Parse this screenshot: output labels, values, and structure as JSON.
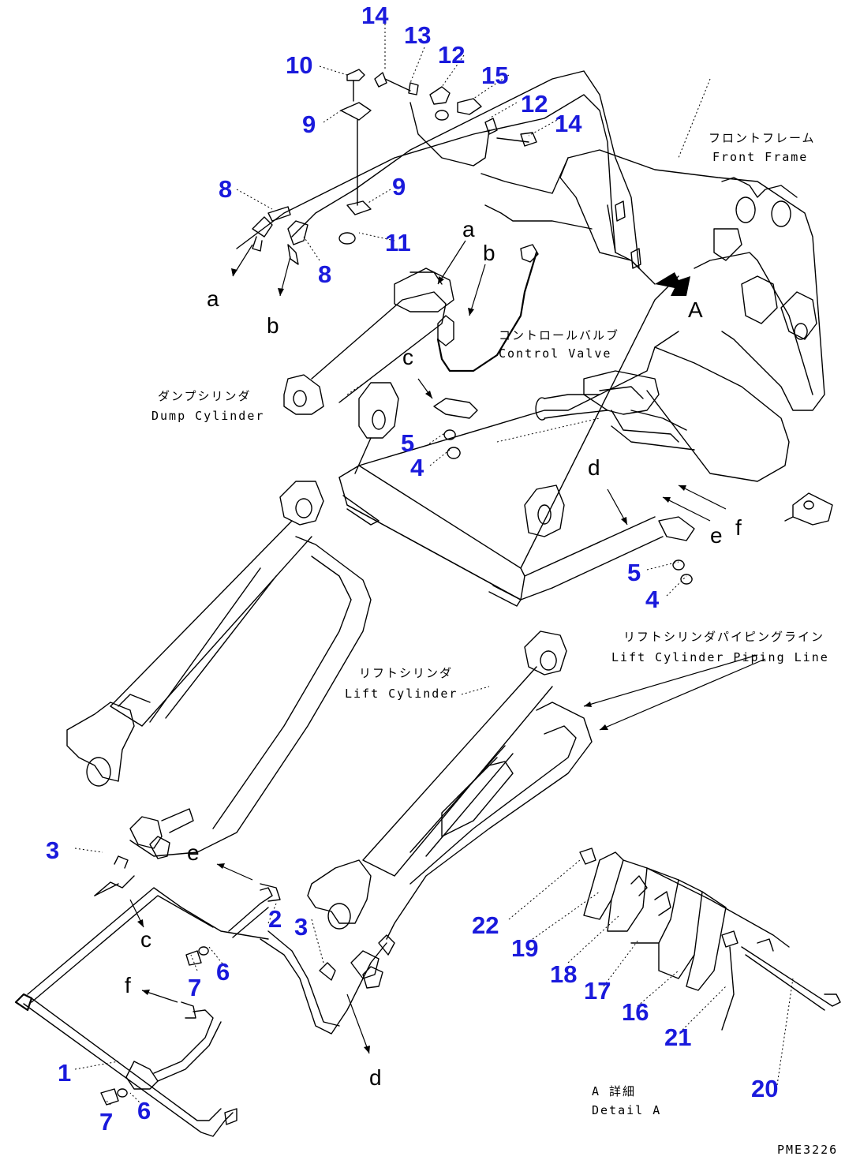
{
  "labels": {
    "front_frame_jp": "フロントフレーム",
    "front_frame_en": "Front Frame",
    "control_valve_jp": "コントロールバルブ",
    "control_valve_en": "Control Valve",
    "dump_cyl_jp": "ダンプシリンダ",
    "dump_cyl_en": "Dump Cylinder",
    "lift_cyl_jp": "リフトシリンダ",
    "lift_cyl_en": "Lift Cylinder",
    "lift_piping_jp": "リフトシリンダパイピングライン",
    "lift_piping_en": "Lift Cylinder Piping Line",
    "detail_jp": "A 詳細",
    "detail_en": "Detail A",
    "view_a": "A",
    "drawing_code": "PME3226"
  },
  "callouts": {
    "n1": "1",
    "n2": "2",
    "n3a": "3",
    "n3b": "3",
    "n4a": "4",
    "n4b": "4",
    "n5a": "5",
    "n5b": "5",
    "n6a": "6",
    "n6b": "6",
    "n7a": "7",
    "n7b": "7",
    "n8a": "8",
    "n8b": "8",
    "n9a": "9",
    "n9b": "9",
    "n10": "10",
    "n11": "11",
    "n12a": "12",
    "n12b": "12",
    "n13": "13",
    "n14a": "14",
    "n14b": "14",
    "n15": "15",
    "n16": "16",
    "n17": "17",
    "n18": "18",
    "n19": "19",
    "n20": "20",
    "n21": "21",
    "n22": "22"
  },
  "connection_letters": {
    "a1": "a",
    "a2": "a",
    "b1": "b",
    "b2": "b",
    "c1": "c",
    "c2": "c",
    "d1": "d",
    "d2": "d",
    "e1": "e",
    "e2": "e",
    "f1": "f",
    "f2": "f"
  },
  "colors": {
    "callout": "#1a1adc",
    "line": "#000000"
  }
}
